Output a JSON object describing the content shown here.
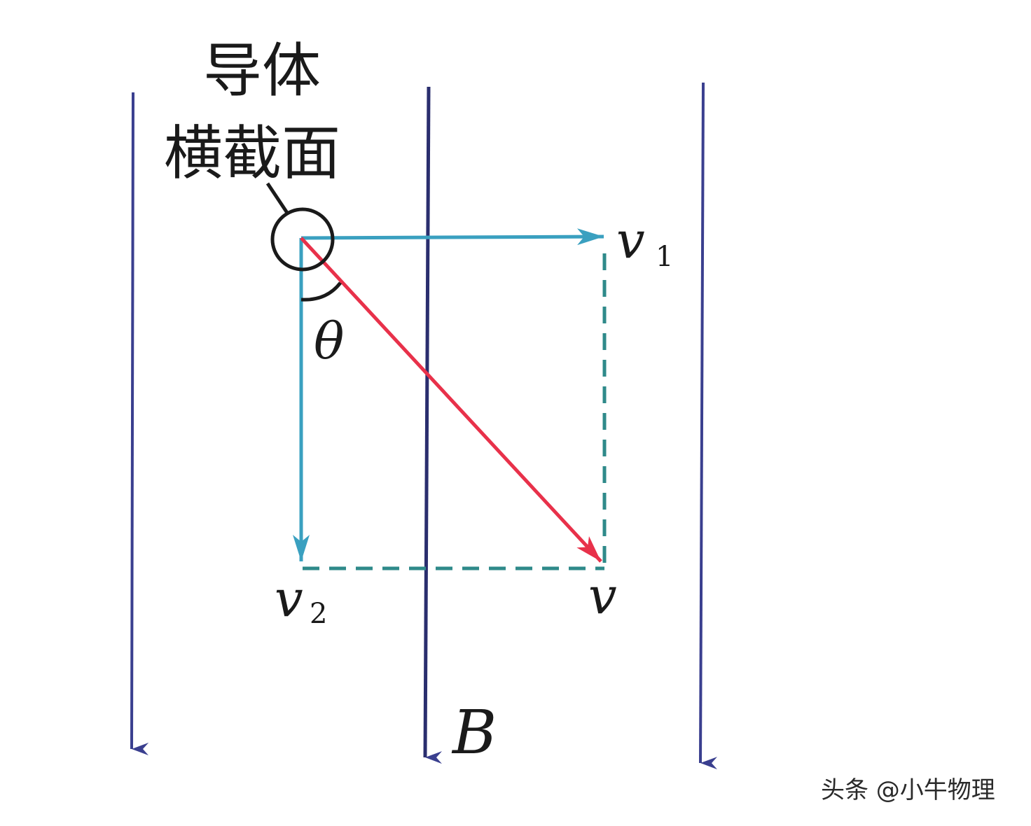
{
  "labels": {
    "conductor_line1": "导体",
    "conductor_line2": "横截面",
    "v1": "v",
    "v1_sub": "1",
    "v2": "v",
    "v2_sub": "2",
    "v": "v",
    "theta": "θ",
    "B": "B"
  },
  "watermark": "头条 @小牛物理",
  "colors": {
    "field_lines": "#3a3f8f",
    "component_vectors": "#3aa0c0",
    "resultant_vector": "#e8314a",
    "dashed_lines": "#2f8a8a",
    "text": "#1a1a1a"
  }
}
